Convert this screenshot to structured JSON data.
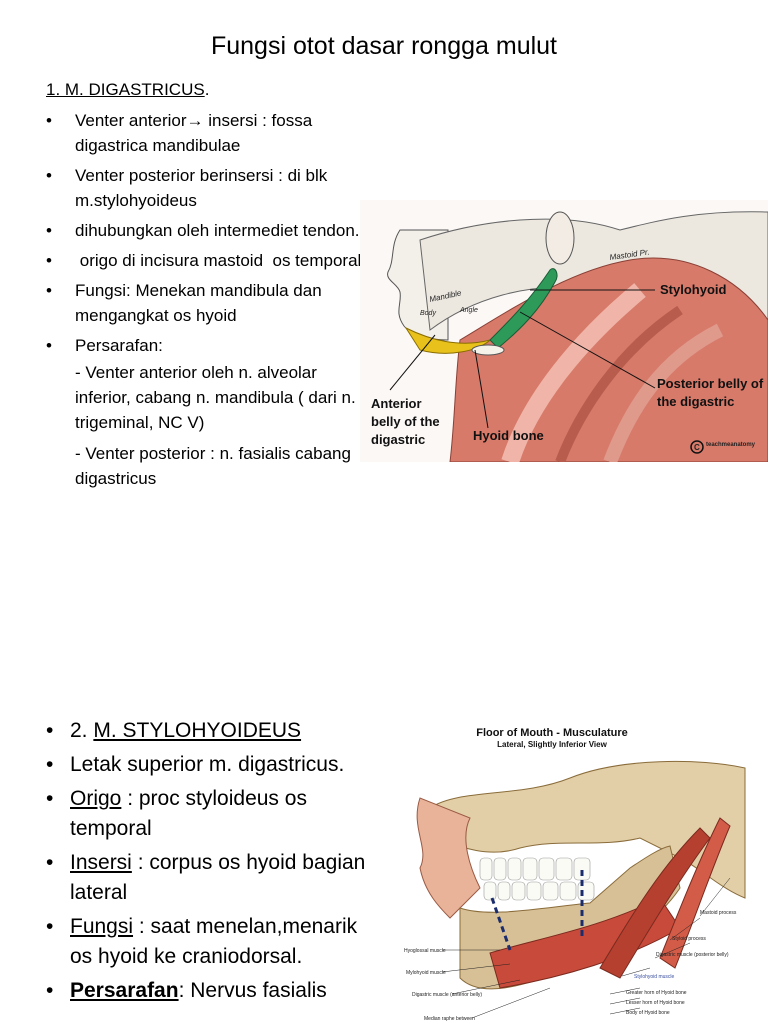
{
  "title": "Fungsi otot dasar rongga mulut",
  "section1": {
    "heading": "1. M. DIGASTRICUS",
    "heading_suffix": ".",
    "bullets": [
      {
        "pre": "Venter anterior",
        "post": " insersi : fossa digastrica mandibulae"
      },
      {
        "text": "Venter posterior berinsersi : di blk m.stylohyoideus"
      },
      {
        "text": "dihubungkan oleh intermediet tendon."
      },
      {
        "text": " origo di incisura mastoid  os temporal"
      },
      {
        "text": "Fungsi: Menekan mandibula dan mengangkat os hyoid"
      },
      {
        "text": "Persarafan:"
      }
    ],
    "sub_lines": [
      "- Venter anterior oleh n. alveolar inferior,  cabang n. mandibula ( dari n. trigeminal, NC V)",
      "- Venter posterior : n. fasialis cabang digastricus"
    ],
    "bullet_glyph": "•",
    "arrow_glyph": "→"
  },
  "figure1": {
    "labels": {
      "stylohyoid": "Stylohyoid",
      "posterior": "Posterior belly of",
      "posterior2": "the digastric",
      "anterior": "Anterior",
      "anterior2": "belly of the",
      "anterior3": "digastric",
      "hyoid": "Hyoid bone",
      "credit": "teachmeanatomy",
      "mastoid": "Mastoid Pr.",
      "mandible": "Mandible",
      "body": "Body",
      "angle": "Angle"
    },
    "colors": {
      "anterior_belly": "#e8c21a",
      "stylohyoid": "#2e9a5a",
      "muscle": "#d77a6a",
      "bone": "#ece8e0"
    }
  },
  "section2": {
    "bullets": [
      {
        "pre": "2. ",
        "u": "M. STYLOHYOIDEUS",
        "post": ""
      },
      {
        "pre": "",
        "u": "",
        "post": "Letak superior m. digastricus."
      },
      {
        "pre": "",
        "u": "Origo",
        "post": " : proc styloideus os temporal"
      },
      {
        "pre": "",
        "u": "Insersi",
        "post": " : corpus os hyoid bagian lateral"
      },
      {
        "pre": "",
        "u": "Fungsi",
        "post": " : saat menelan,menarik os hyoid ke craniodorsal."
      }
    ],
    "last": {
      "bold_u": "Persarafan",
      "post": ": Nervus fasialis"
    }
  },
  "figure2": {
    "title": "Floor of Mouth - Musculature",
    "subtitle": "Lateral, Slightly Inferior View",
    "labels_left": [
      "Hyoglossal muscle",
      "Mylohyoid muscle",
      "Digastric muscle (anterior belly)",
      "Median raphe between"
    ],
    "labels_right": [
      "Mastoid process",
      "Styloid process",
      "Digastric muscle (posterior belly)",
      "Stylohyoid muscle",
      "Greater horn of Hyoid bone",
      "Lesser horn of Hyoid bone",
      "Body of Hyoid bone"
    ],
    "colors": {
      "bone": "#e2cfa8",
      "muscle": "#c84a3a",
      "dash": "#1c2d6e"
    }
  }
}
